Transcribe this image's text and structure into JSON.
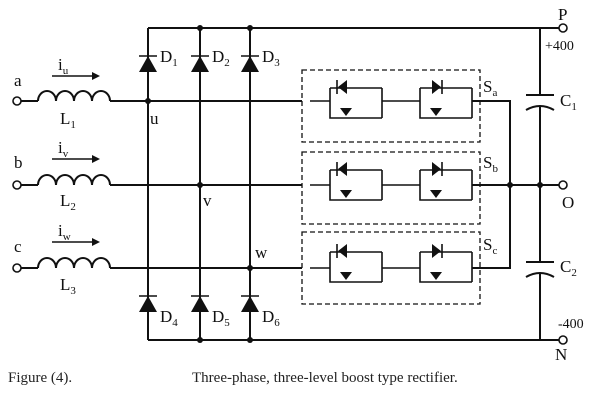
{
  "phases": [
    {
      "terminal": "a",
      "current": "i",
      "current_sub": "u",
      "inductor": "L",
      "inductor_sub": "1",
      "node": "u"
    },
    {
      "terminal": "b",
      "current": "i",
      "current_sub": "v",
      "inductor": "L",
      "inductor_sub": "2",
      "node": "v"
    },
    {
      "terminal": "c",
      "current": "i",
      "current_sub": "w",
      "inductor": "L",
      "inductor_sub": "3",
      "node": "w"
    }
  ],
  "diodes_top": [
    {
      "letter": "D",
      "sub": "1"
    },
    {
      "letter": "D",
      "sub": "2"
    },
    {
      "letter": "D",
      "sub": "3"
    }
  ],
  "diodes_bottom": [
    {
      "letter": "D",
      "sub": "4"
    },
    {
      "letter": "D",
      "sub": "5"
    },
    {
      "letter": "D",
      "sub": "6"
    }
  ],
  "switches": [
    {
      "letter": "S",
      "sub": "a"
    },
    {
      "letter": "S",
      "sub": "b"
    },
    {
      "letter": "S",
      "sub": "c"
    }
  ],
  "capacitors": [
    {
      "letter": "C",
      "sub": "1"
    },
    {
      "letter": "C",
      "sub": "2"
    }
  ],
  "dc_bus": {
    "positive_terminal": "P",
    "positive_voltage": "+400",
    "neutral_terminal": "O",
    "negative_terminal": "N",
    "negative_voltage": "-400"
  },
  "caption": {
    "figure": "Figure (4).",
    "title": "Three-phase, three-level boost type rectifier."
  }
}
